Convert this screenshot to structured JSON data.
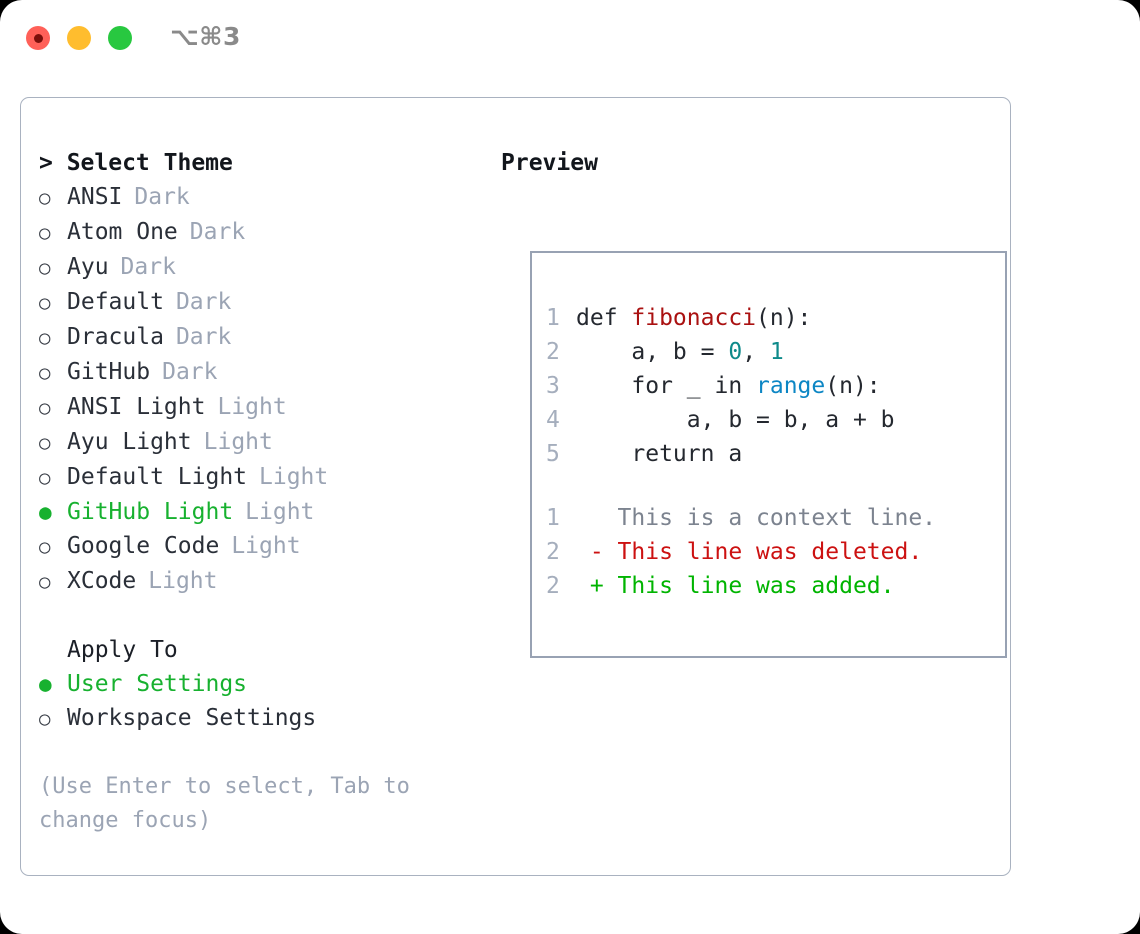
{
  "titlebar": {
    "shortcut": "⌥⌘3",
    "lights": [
      "close",
      "minimize",
      "maximize"
    ]
  },
  "theme_picker": {
    "heading": "> Select Theme",
    "options": [
      {
        "marker": "○",
        "label": "ANSI",
        "tag": "Dark",
        "selected": false
      },
      {
        "marker": "○",
        "label": "Atom One",
        "tag": "Dark",
        "selected": false
      },
      {
        "marker": "○",
        "label": "Ayu",
        "tag": "Dark",
        "selected": false
      },
      {
        "marker": "○",
        "label": "Default",
        "tag": "Dark",
        "selected": false
      },
      {
        "marker": "○",
        "label": "Dracula",
        "tag": "Dark",
        "selected": false
      },
      {
        "marker": "○",
        "label": "GitHub",
        "tag": "Dark",
        "selected": false
      },
      {
        "marker": "○",
        "label": "ANSI Light",
        "tag": "Light",
        "selected": false
      },
      {
        "marker": "○",
        "label": "Ayu Light",
        "tag": "Light",
        "selected": false
      },
      {
        "marker": "○",
        "label": "Default Light",
        "tag": "Light",
        "selected": false
      },
      {
        "marker": "●",
        "label": "GitHub Light",
        "tag": "Light",
        "selected": true
      },
      {
        "marker": "○",
        "label": "Google Code",
        "tag": "Light",
        "selected": false
      },
      {
        "marker": "○",
        "label": "XCode",
        "tag": "Light",
        "selected": false
      }
    ]
  },
  "apply_to": {
    "heading": "Apply To",
    "options": [
      {
        "marker": "●",
        "label": "User Settings",
        "selected": true
      },
      {
        "marker": "○",
        "label": "Workspace Settings",
        "selected": false
      }
    ]
  },
  "hint": {
    "text": "(Use Enter to select, Tab to change focus)"
  },
  "preview": {
    "heading": "Preview",
    "code_lines": [
      {
        "number": "1",
        "spans": [
          {
            "text": "def ",
            "kind": "plain"
          },
          {
            "text": "fibonacci",
            "kind": "fn"
          },
          {
            "text": "(n):",
            "kind": "plain"
          }
        ]
      },
      {
        "number": "2",
        "spans": [
          {
            "text": "    a, b = ",
            "kind": "plain"
          },
          {
            "text": "0",
            "kind": "num"
          },
          {
            "text": ", ",
            "kind": "plain"
          },
          {
            "text": "1",
            "kind": "num"
          }
        ]
      },
      {
        "number": "3",
        "spans": [
          {
            "text": "    for _ in ",
            "kind": "plain"
          },
          {
            "text": "range",
            "kind": "call"
          },
          {
            "text": "(n):",
            "kind": "plain"
          }
        ]
      },
      {
        "number": "4",
        "spans": [
          {
            "text": "        a, b = b, a + b",
            "kind": "plain"
          }
        ]
      },
      {
        "number": "5",
        "spans": [
          {
            "text": "    return a",
            "kind": "plain"
          }
        ]
      }
    ],
    "diff_lines": [
      {
        "number": "1",
        "text": "   This is a context line.",
        "kind": "ctx"
      },
      {
        "number": "2",
        "text": " - This line was deleted.",
        "kind": "del"
      },
      {
        "number": "2",
        "text": " + This line was added.",
        "kind": "add"
      }
    ]
  },
  "colors": {
    "accent_green": "#17B12F",
    "panel_border": "#A9B2C0",
    "preview_border": "#98A2B3",
    "muted_tag": "#9BA4B4",
    "line_number": "#A5AEBD",
    "syntax_function": "#AA1111",
    "syntax_number": "#0E8A8A",
    "syntax_call": "#0C86C4",
    "diff_context": "#7C838F",
    "diff_deleted": "#CC1111",
    "diff_added": "#00B400",
    "light_red": "#FF6058",
    "light_yellow": "#FFBD2E",
    "light_green": "#28C840"
  }
}
